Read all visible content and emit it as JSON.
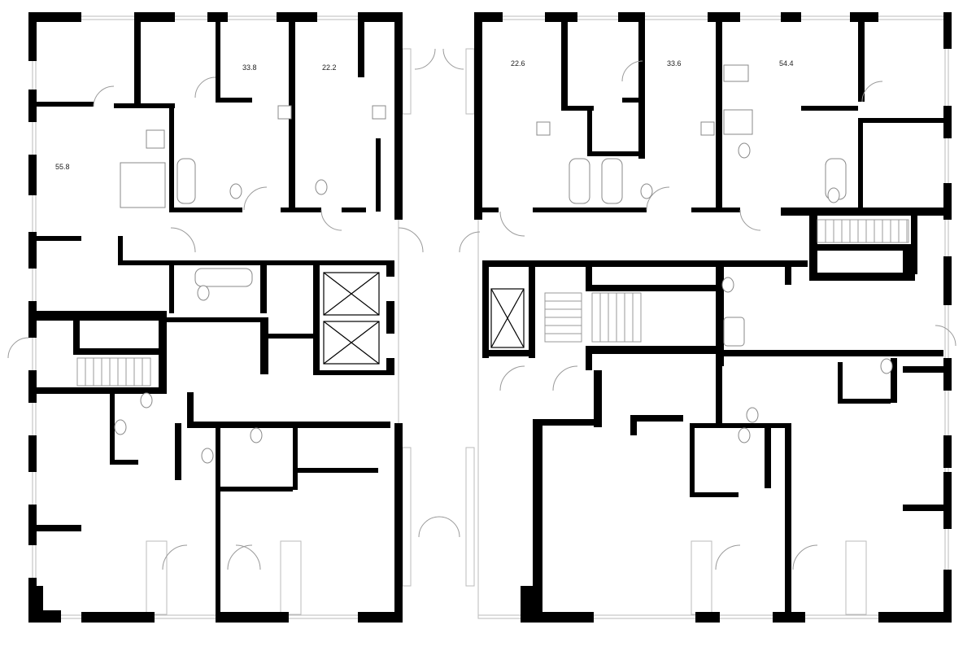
{
  "plan": {
    "title": "Floor plan",
    "apartments": [
      {
        "id": "apt-left-corner",
        "area": "55.8"
      },
      {
        "id": "apt-left-2",
        "area": "33.8"
      },
      {
        "id": "apt-left-3",
        "area": "22.2"
      },
      {
        "id": "apt-right-1",
        "area": "22.6"
      },
      {
        "id": "apt-right-2",
        "area": "33.6"
      },
      {
        "id": "apt-right-corner",
        "area": "54.4"
      }
    ],
    "colors": {
      "wall": "#000000",
      "fixture": "#888888",
      "window": "#bbbbbb"
    }
  }
}
